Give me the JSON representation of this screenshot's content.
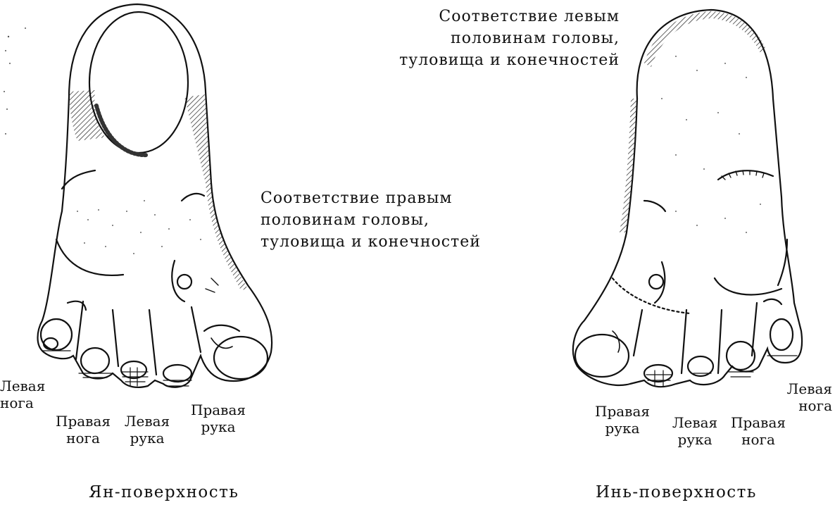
{
  "left_foot": {
    "annotation": [
      "Соответствие правым",
      "половинам головы,",
      "туловища и конечностей"
    ],
    "caption": "Ян-поверхность",
    "labels": {
      "left_leg": [
        "Левая",
        "нога"
      ],
      "right_leg": [
        "Правая",
        "нога"
      ],
      "left_arm": [
        "Левая",
        "рука"
      ],
      "right_arm": [
        "Правая",
        "рука"
      ]
    }
  },
  "right_foot": {
    "annotation": [
      "Соответствие левым",
      "половинам головы,",
      "туловища и конечностей"
    ],
    "caption": "Инь-поверхность",
    "labels": {
      "right_arm": [
        "Правая",
        "рука"
      ],
      "left_arm": [
        "Левая",
        "рука"
      ],
      "right_leg": [
        "Правая",
        "нога"
      ],
      "left_leg": [
        "Левая",
        "нога"
      ]
    }
  }
}
